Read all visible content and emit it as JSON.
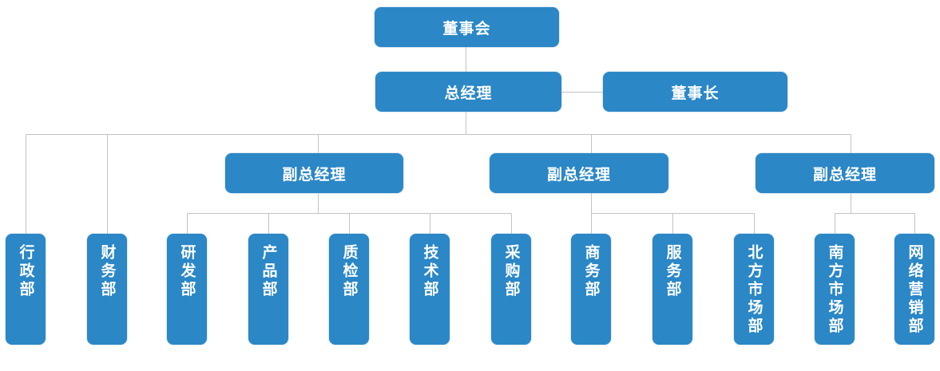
{
  "diagram": {
    "type": "org-chart",
    "colors": {
      "node_fill": "#2b87c6",
      "node_text": "#ffffff",
      "connector": "#c3c3c3",
      "background": "#ffffff"
    },
    "nodes": {
      "board": {
        "label": "董事会"
      },
      "general_manager": {
        "label": "总经理"
      },
      "chairman": {
        "label": "董事长"
      },
      "vice_gm_1": {
        "label": "副总经理"
      },
      "vice_gm_2": {
        "label": "副总经理"
      },
      "vice_gm_3": {
        "label": "副总经理"
      },
      "admin": {
        "label": "行政部"
      },
      "finance": {
        "label": "财务部"
      },
      "rnd": {
        "label": "研发部"
      },
      "product": {
        "label": "产品部"
      },
      "quality": {
        "label": "质检部"
      },
      "technology": {
        "label": "技术部"
      },
      "purchasing": {
        "label": "采购部"
      },
      "business": {
        "label": "商务部"
      },
      "service": {
        "label": "服务部"
      },
      "north_market": {
        "label": "北方市场部"
      },
      "south_market": {
        "label": "南方市场部"
      },
      "online_marketing": {
        "label": "网络营销部"
      }
    },
    "relationships": {
      "board": [
        "general_manager"
      ],
      "general_manager_lateral": [
        "chairman"
      ],
      "general_manager": [
        "admin",
        "finance",
        "vice_gm_1",
        "vice_gm_2",
        "vice_gm_3"
      ],
      "vice_gm_1": [
        "rnd",
        "product",
        "quality",
        "technology",
        "purchasing"
      ],
      "vice_gm_2": [
        "business",
        "service",
        "north_market"
      ],
      "vice_gm_3": [
        "south_market",
        "online_marketing"
      ]
    }
  }
}
